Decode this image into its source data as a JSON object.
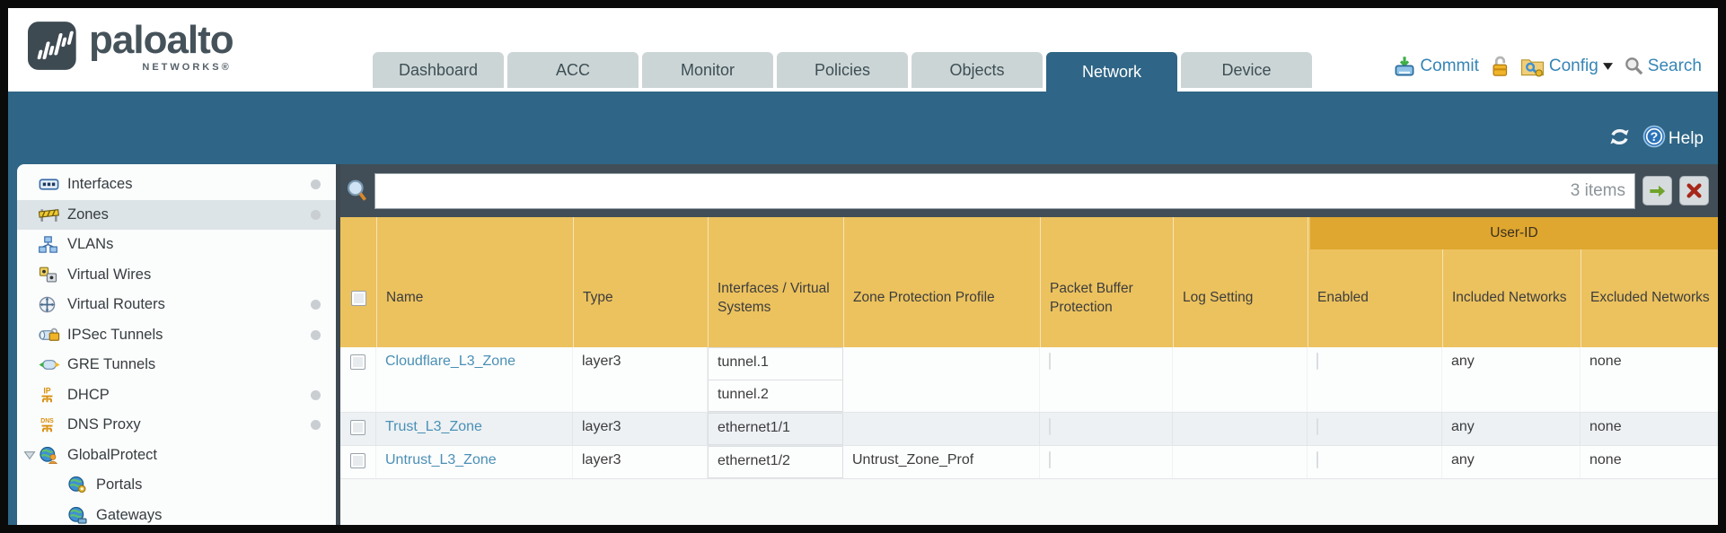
{
  "brand": {
    "name": "paloalto",
    "tagline": "NETWORKS®"
  },
  "nav": {
    "tabs": [
      {
        "label": "Dashboard",
        "active": false
      },
      {
        "label": "ACC",
        "active": false
      },
      {
        "label": "Monitor",
        "active": false
      },
      {
        "label": "Policies",
        "active": false
      },
      {
        "label": "Objects",
        "active": false
      },
      {
        "label": "Network",
        "active": true
      },
      {
        "label": "Device",
        "active": false
      }
    ]
  },
  "toolbar": {
    "commit": "Commit",
    "config": "Config",
    "search": "Search"
  },
  "banner": {
    "help": "Help"
  },
  "sidebar": {
    "items": [
      {
        "label": "Interfaces",
        "icon": "interfaces-icon",
        "dot": true,
        "selected": false,
        "indent": 0
      },
      {
        "label": "Zones",
        "icon": "zones-icon",
        "dot": true,
        "selected": true,
        "indent": 0
      },
      {
        "label": "VLANs",
        "icon": "vlans-icon",
        "dot": false,
        "selected": false,
        "indent": 0
      },
      {
        "label": "Virtual Wires",
        "icon": "virtual-wires-icon",
        "dot": false,
        "selected": false,
        "indent": 0
      },
      {
        "label": "Virtual Routers",
        "icon": "virtual-routers-icon",
        "dot": true,
        "selected": false,
        "indent": 0
      },
      {
        "label": "IPSec Tunnels",
        "icon": "ipsec-tunnels-icon",
        "dot": true,
        "selected": false,
        "indent": 0
      },
      {
        "label": "GRE Tunnels",
        "icon": "gre-tunnels-icon",
        "dot": false,
        "selected": false,
        "indent": 0
      },
      {
        "label": "DHCP",
        "icon": "dhcp-icon",
        "dot": true,
        "selected": false,
        "indent": 0
      },
      {
        "label": "DNS Proxy",
        "icon": "dns-proxy-icon",
        "dot": true,
        "selected": false,
        "indent": 0
      },
      {
        "label": "GlobalProtect",
        "icon": "globalprotect-icon",
        "dot": false,
        "selected": false,
        "indent": 0,
        "expanded": true
      },
      {
        "label": "Portals",
        "icon": "portals-icon",
        "dot": false,
        "selected": false,
        "indent": 1
      },
      {
        "label": "Gateways",
        "icon": "gateways-icon",
        "dot": false,
        "selected": false,
        "indent": 1
      }
    ]
  },
  "filterbar": {
    "query": "",
    "count": "3 items"
  },
  "table": {
    "group_header": "User-ID",
    "columns": [
      "Name",
      "Type",
      "Interfaces / Virtual Systems",
      "Zone Protection Profile",
      "Packet Buffer Protection",
      "Log Setting",
      "Enabled",
      "Included Networks",
      "Excluded Networks"
    ],
    "rows": [
      {
        "name": "Cloudflare_L3_Zone",
        "type": "layer3",
        "interfaces": [
          "tunnel.1",
          "tunnel.2"
        ],
        "zone_protection_profile": "",
        "packet_buffer_protection": false,
        "log_setting": "",
        "user_id_enabled": false,
        "included_networks": "any",
        "excluded_networks": "none"
      },
      {
        "name": "Trust_L3_Zone",
        "type": "layer3",
        "interfaces": [
          "ethernet1/1"
        ],
        "zone_protection_profile": "",
        "packet_buffer_protection": false,
        "log_setting": "",
        "user_id_enabled": false,
        "included_networks": "any",
        "excluded_networks": "none"
      },
      {
        "name": "Untrust_L3_Zone",
        "type": "layer3",
        "interfaces": [
          "ethernet1/2"
        ],
        "zone_protection_profile": "Untrust_Zone_Prof",
        "packet_buffer_protection": false,
        "log_setting": "",
        "user_id_enabled": false,
        "included_networks": "any",
        "excluded_networks": "none"
      }
    ]
  },
  "colors": {
    "teal": "#2f6586",
    "slate": "#414e57",
    "header_gold": "#ecc25e",
    "user_id_band": "#dfa72f",
    "link": "#4a90b5"
  }
}
